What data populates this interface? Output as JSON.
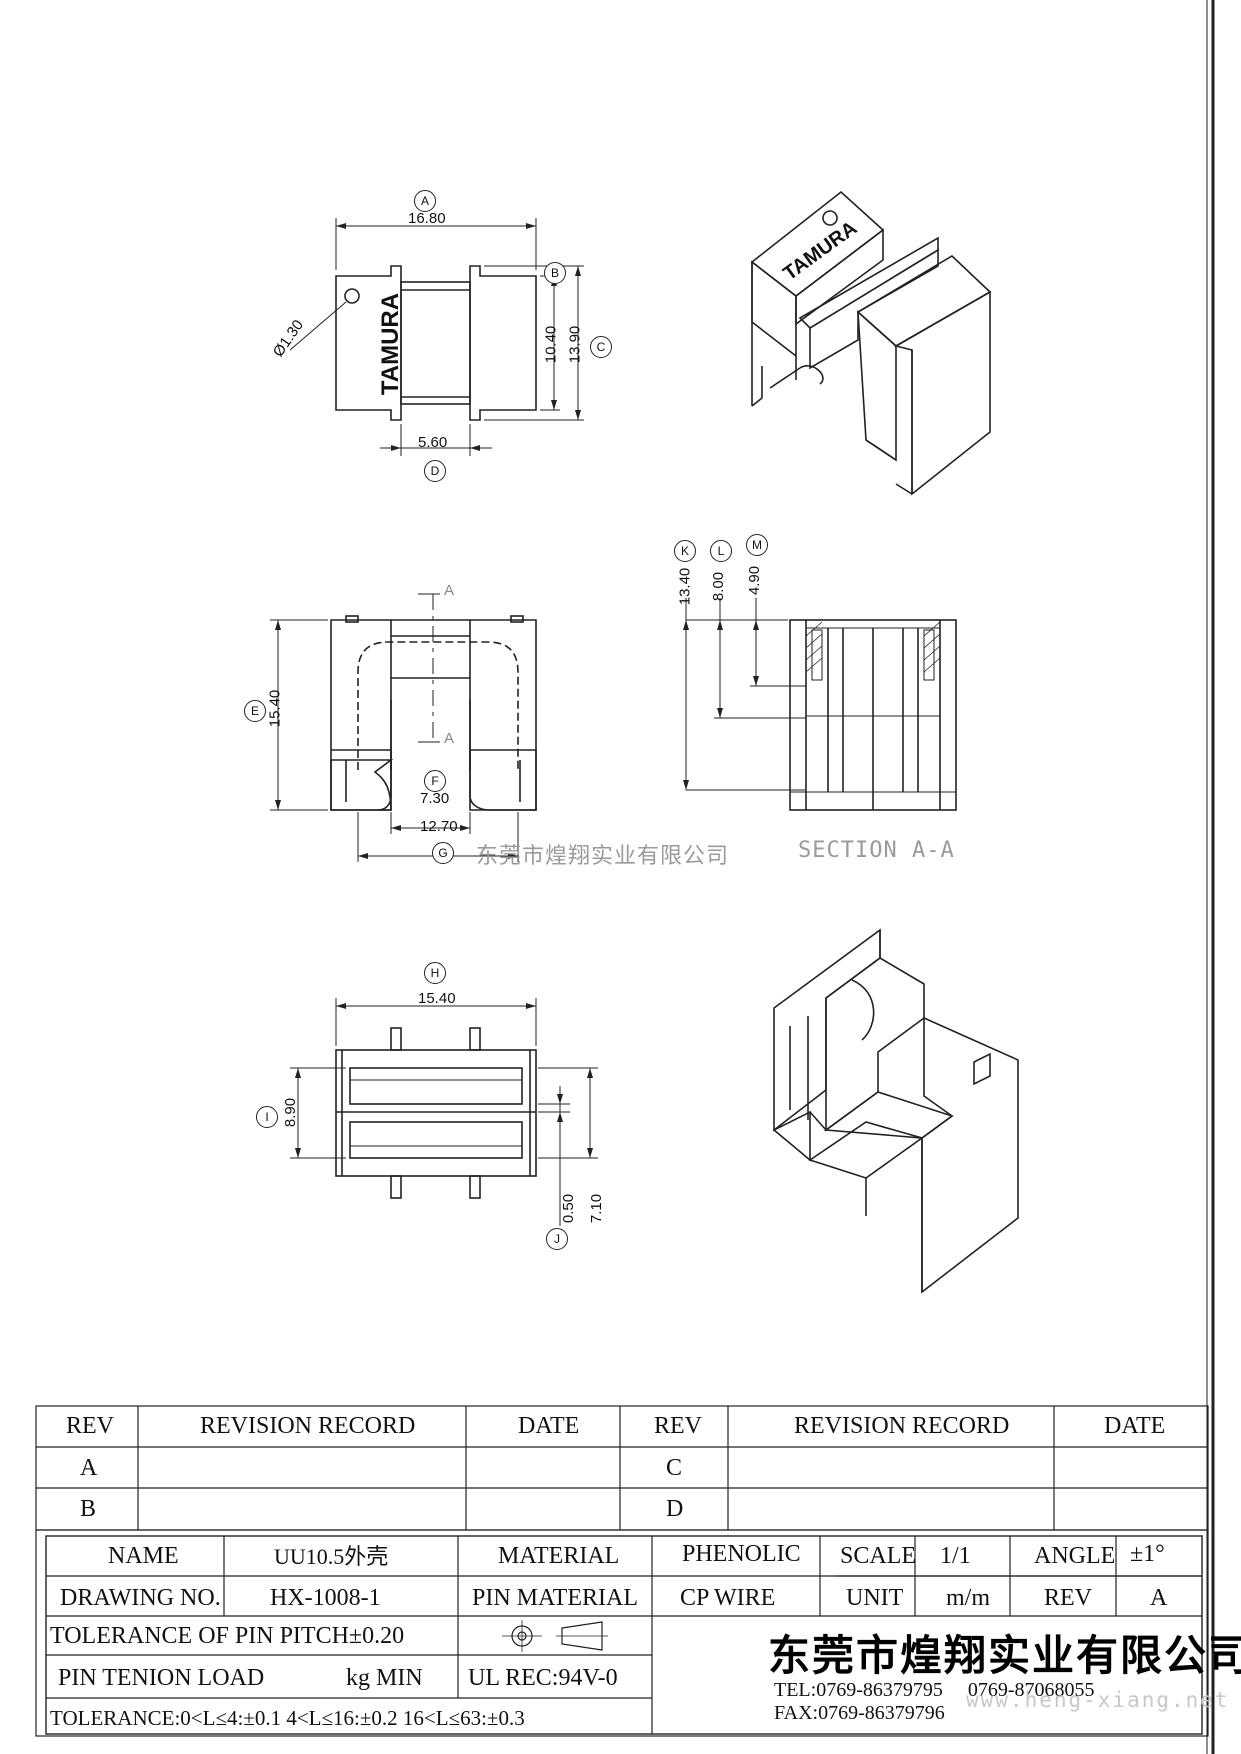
{
  "drawing": {
    "labels": {
      "A": "A",
      "B": "B",
      "C": "C",
      "D": "D",
      "E": "E",
      "F": "F",
      "G": "G",
      "H": "H",
      "I": "I",
      "J": "J",
      "K": "K",
      "L": "L",
      "M": "M"
    },
    "dims": {
      "top_width": "16.80",
      "top_hole": "Ø1.30",
      "top_h1": "10.40",
      "top_h2": "13.90",
      "top_bottom": "5.60",
      "mid_height": "15.40",
      "mid_inner": "7.30",
      "mid_outer": "12.70",
      "sec_k": "13.40",
      "sec_l": "8.00",
      "sec_m": "4.90",
      "bot_width": "15.40",
      "bot_height": "8.90",
      "bot_j": "0.50",
      "bot_side": "7.10"
    },
    "brand": "TAMURA",
    "section_mark": "A",
    "caption_cn": "东莞市煌翔实业有限公司",
    "caption_section": "SECTION A-A"
  },
  "revision_table": {
    "headers": [
      "REV",
      "REVISION RECORD",
      "DATE",
      "REV",
      "REVISION RECORD",
      "DATE"
    ],
    "rows": [
      [
        "A",
        "",
        "",
        "C",
        "",
        ""
      ],
      [
        "B",
        "",
        "",
        "D",
        "",
        ""
      ]
    ]
  },
  "title_block": {
    "name_label": "NAME",
    "name_value": "UU10.5外壳",
    "material_label": "MATERIAL",
    "material_value": "PHENOLIC",
    "scale_label": "SCALE",
    "scale_value": "1/1",
    "angle_label": "ANGLE",
    "angle_value": "±1°",
    "drawing_no_label": "DRAWING NO.",
    "drawing_no_value": "HX-1008-1",
    "pin_material_label": "PIN MATERIAL",
    "pin_material_value": "CP WIRE",
    "unit_label": "UNIT",
    "unit_value": "m/m",
    "rev_label": "REV",
    "rev_value": "A",
    "tol_pitch": "TOLERANCE OF PIN PITCH±0.20",
    "pin_tenion_label": "PIN TENION LOAD",
    "pin_tenion_unit": "kg MIN",
    "ul_rec": "UL REC:94V-0",
    "tolerance": "TOLERANCE:0<L≤4:±0.1  4<L≤16:±0.2  16<L≤63:±0.3",
    "company": "东莞市煌翔实业有限公司",
    "tel": "TEL:0769-86379795     0769-87068055",
    "fax": "FAX:0769-86379796",
    "watermark": "www.heng-xiang.net"
  }
}
